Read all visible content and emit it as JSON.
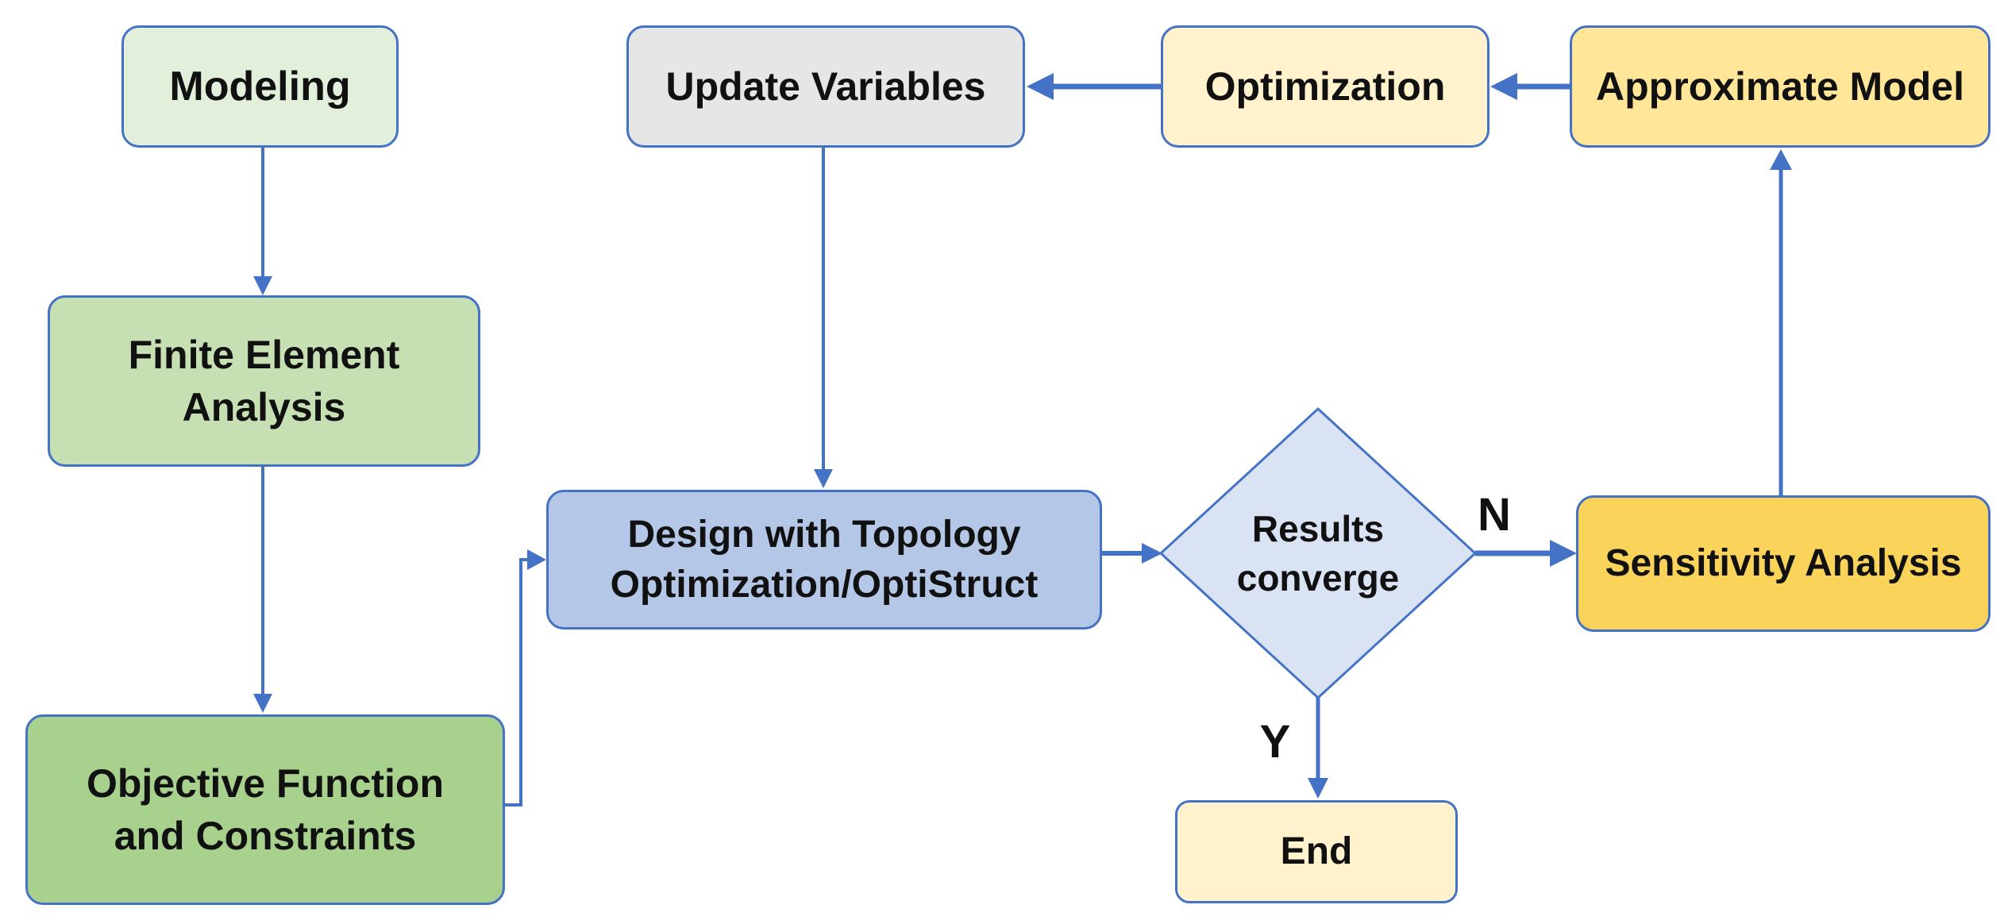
{
  "diagram": {
    "accent_color": "#4472C4",
    "text_color": "#111111",
    "background_color": "#FFFFFF",
    "nodes": {
      "modeling": {
        "label": "Modeling",
        "fill": "#E2EFDA",
        "shape": "rounded-rect"
      },
      "finite_element_analysis": {
        "line1": "Finite Element",
        "line2": "Analysis",
        "fill": "#C6E0B4",
        "shape": "rounded-rect"
      },
      "objective_function": {
        "line1": "Objective Function",
        "line2": "and Constraints",
        "fill": "#A9D18E",
        "shape": "rounded-rect"
      },
      "update_variables": {
        "label": "Update Variables",
        "fill": "#E7E6E6",
        "shape": "rounded-rect"
      },
      "optimization": {
        "label": "Optimization",
        "fill": "#FFF2CC",
        "shape": "rounded-rect"
      },
      "approximate_model": {
        "label": "Approximate Model",
        "fill": "#FFE699",
        "shape": "rounded-rect"
      },
      "design_topology": {
        "line1": "Design with Topology",
        "line2": "Optimization/OptiStruct",
        "fill": "#B4C7E7",
        "shape": "rounded-rect"
      },
      "results_converge": {
        "line1": "Results",
        "line2": "converge",
        "fill": "#DAE3F3",
        "shape": "diamond"
      },
      "sensitivity_analysis": {
        "label": "Sensitivity Analysis",
        "fill": "#FAD45A",
        "shape": "rounded-rect"
      },
      "end": {
        "label": "End",
        "fill": "#FFF2CC",
        "shape": "rounded-rect"
      }
    },
    "edges": [
      {
        "from": "modeling",
        "to": "finite_element_analysis",
        "label": ""
      },
      {
        "from": "finite_element_analysis",
        "to": "objective_function",
        "label": ""
      },
      {
        "from": "objective_function",
        "to": "design_topology",
        "label": ""
      },
      {
        "from": "update_variables",
        "to": "design_topology",
        "label": ""
      },
      {
        "from": "design_topology",
        "to": "results_converge",
        "label": ""
      },
      {
        "from": "results_converge",
        "to": "sensitivity_analysis",
        "label": "N"
      },
      {
        "from": "sensitivity_analysis",
        "to": "approximate_model",
        "label": ""
      },
      {
        "from": "approximate_model",
        "to": "optimization",
        "label": ""
      },
      {
        "from": "optimization",
        "to": "update_variables",
        "label": ""
      },
      {
        "from": "results_converge",
        "to": "end",
        "label": "Y"
      }
    ]
  }
}
